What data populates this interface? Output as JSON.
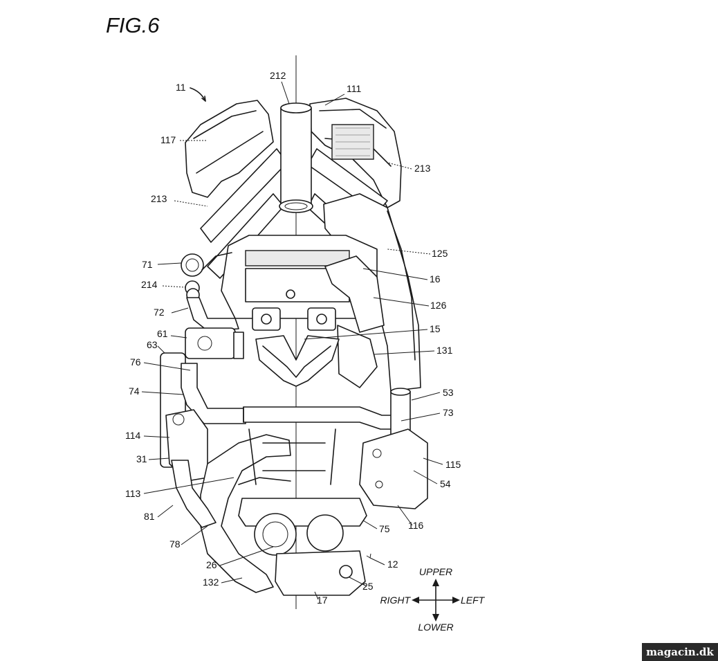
{
  "figure": {
    "title": "FIG.6"
  },
  "labels": [
    {
      "id": "l11",
      "text": "11"
    },
    {
      "id": "l111",
      "text": "111"
    },
    {
      "id": "l212",
      "text": "212"
    },
    {
      "id": "l117",
      "text": "117"
    },
    {
      "id": "l213a",
      "text": "213"
    },
    {
      "id": "l213b",
      "text": "213"
    },
    {
      "id": "l125",
      "text": "125"
    },
    {
      "id": "l71",
      "text": "71"
    },
    {
      "id": "l16",
      "text": "16"
    },
    {
      "id": "l214",
      "text": "214"
    },
    {
      "id": "l126",
      "text": "126"
    },
    {
      "id": "l72",
      "text": "72"
    },
    {
      "id": "l15",
      "text": "15"
    },
    {
      "id": "l61",
      "text": "61"
    },
    {
      "id": "l63",
      "text": "63"
    },
    {
      "id": "l131",
      "text": "131"
    },
    {
      "id": "l76",
      "text": "76"
    },
    {
      "id": "l74",
      "text": "74"
    },
    {
      "id": "l53",
      "text": "53"
    },
    {
      "id": "l73",
      "text": "73"
    },
    {
      "id": "l114",
      "text": "114"
    },
    {
      "id": "l31",
      "text": "31"
    },
    {
      "id": "l115",
      "text": "115"
    },
    {
      "id": "l54",
      "text": "54"
    },
    {
      "id": "l113",
      "text": "113"
    },
    {
      "id": "l81",
      "text": "81"
    },
    {
      "id": "l116",
      "text": "116"
    },
    {
      "id": "l75",
      "text": "75"
    },
    {
      "id": "l78",
      "text": "78"
    },
    {
      "id": "l26",
      "text": "26"
    },
    {
      "id": "l12",
      "text": "12"
    },
    {
      "id": "l132",
      "text": "132"
    },
    {
      "id": "l25",
      "text": "25"
    },
    {
      "id": "l17",
      "text": "17"
    }
  ],
  "direction": {
    "upper": "UPPER",
    "lower": "LOWER",
    "right": "RIGHT",
    "left": "LEFT"
  },
  "watermark": "magacin.dk"
}
